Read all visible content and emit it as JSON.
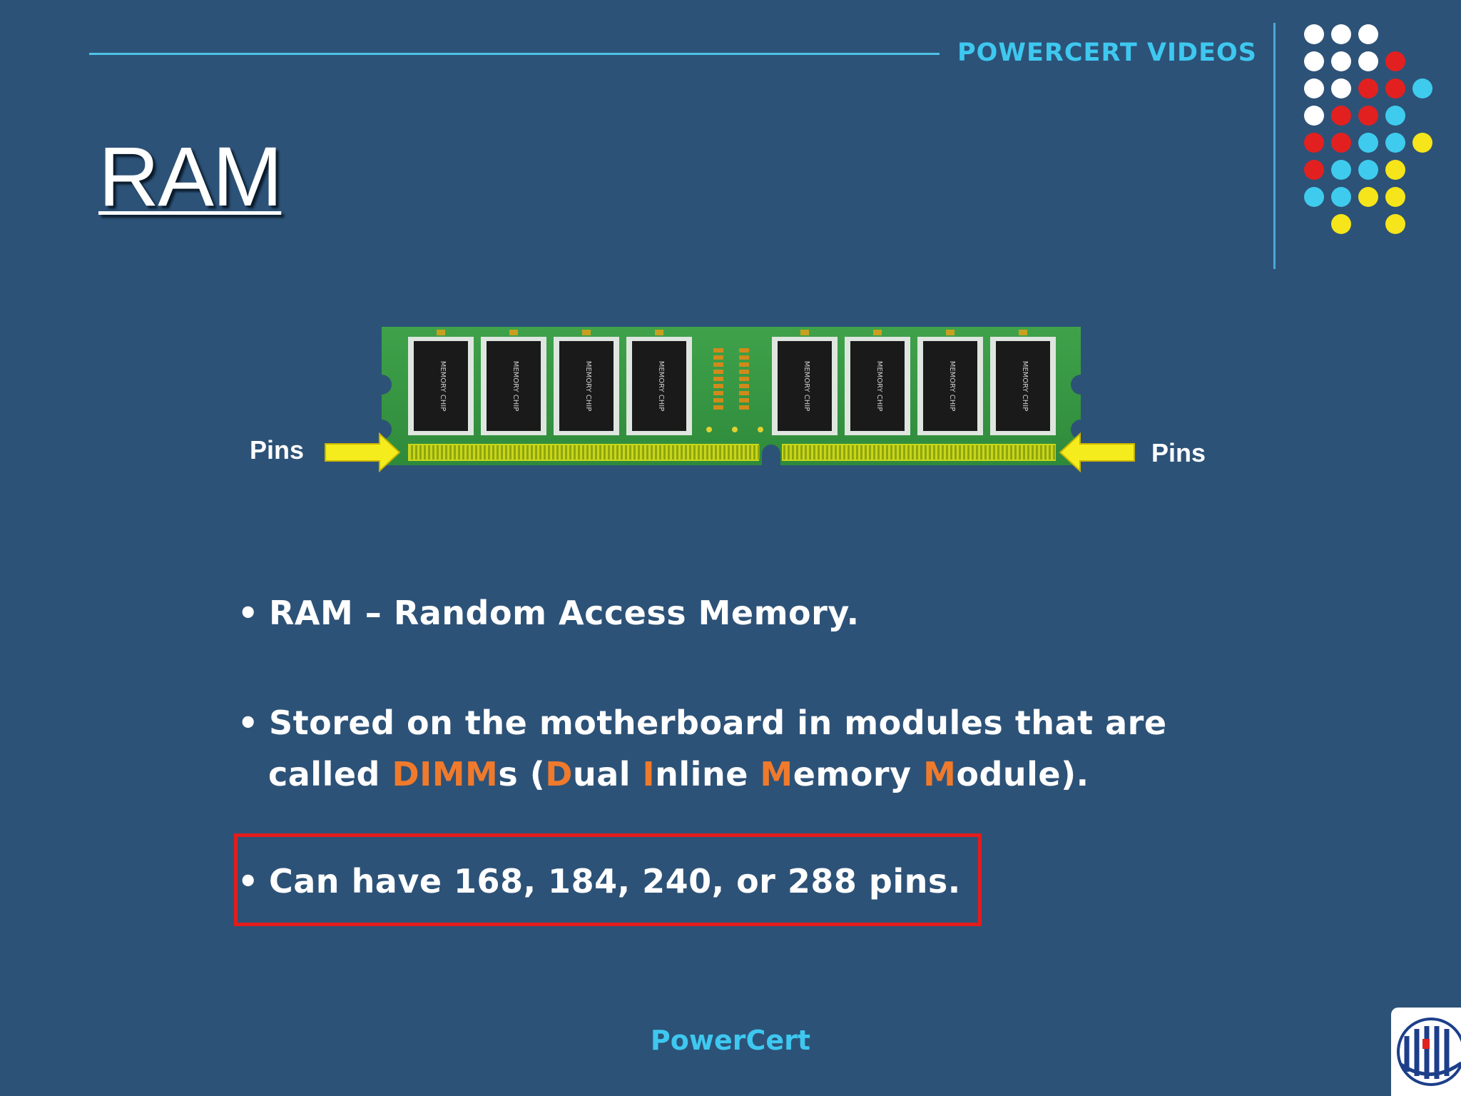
{
  "header": {
    "brand": "POWERCERT VIDEOS",
    "dot_colors": {
      "white": "#ffffff",
      "red": "#e32020",
      "cyan": "#3ecbee",
      "yellow": "#f5e51a"
    }
  },
  "slide": {
    "title": "RAM",
    "figure": {
      "pins_left": "Pins",
      "pins_right": "Pins",
      "chip_label": "MEMORY CHIP"
    },
    "bullets": {
      "b1": "RAM – Random Access Memory.",
      "b2_line1": "Stored on the motherboard in modules that are",
      "b2_called": "called ",
      "b2_dimm": "DIMM",
      "b2_s": "s (",
      "b2_D": "D",
      "b2_ual": "ual ",
      "b2_I": "I",
      "b2_nline": "nline ",
      "b2_M1": "M",
      "b2_emory": "emory ",
      "b2_M2": "M",
      "b2_odule": "odule).",
      "b3": "Can have 168, 184, 240, or 288 pins."
    },
    "bullet_char": "•",
    "accent_color": "#f07a2c",
    "highlight_color": "#e31c1c"
  },
  "footer": {
    "text": "PowerCert"
  }
}
